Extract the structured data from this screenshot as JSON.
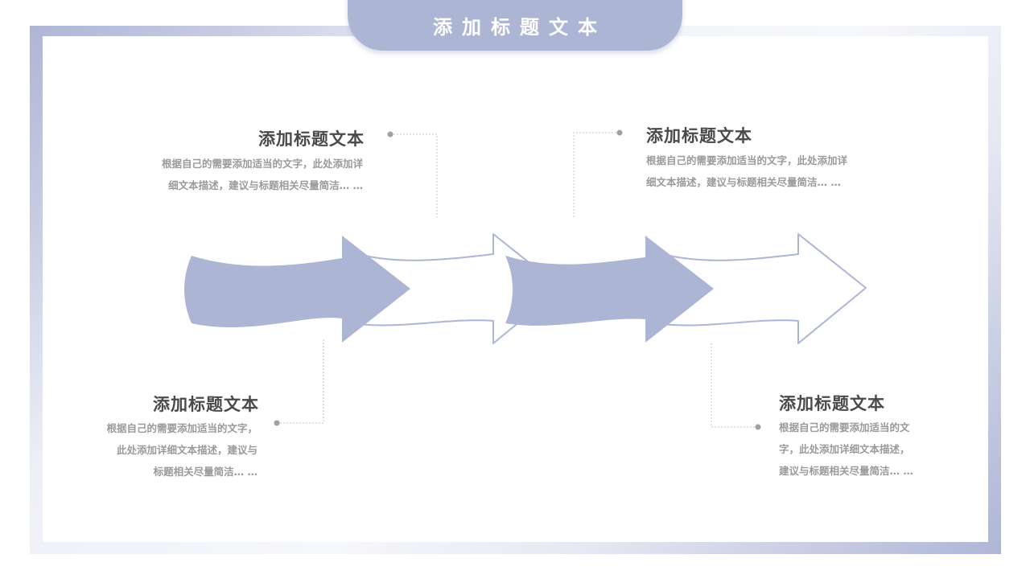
{
  "header": {
    "title": "添加标题文本"
  },
  "steps": [
    {
      "title": "添加标题文本",
      "desc": [
        "根据自己的需要添加适当的文字，此处添加详",
        "细文本描述，建议与标题相关尽量简洁… …"
      ]
    },
    {
      "title": "添加标题文本",
      "desc": [
        "根据自己的需要添加适当的文字，此处添加详",
        "细文本描述，建议与标题相关尽量简洁… …"
      ]
    },
    {
      "title": "添加标题文本",
      "desc": [
        "根据自己的需要添加适当的文字，",
        "此处添加详细文本描述，建议与",
        "标题相关尽量简洁… …"
      ]
    },
    {
      "title": "添加标题文本",
      "desc": [
        "根据自己的需要添加适当的文",
        "字，此处添加详细文本描述，",
        "建议与标题相关尽量简洁… …"
      ]
    }
  ],
  "colors": {
    "accent": "#adb5d5",
    "title_text": "#4a4a4a",
    "desc_text": "#9a9a9a",
    "connector": "#c4c4c4",
    "dot": "#a0a0a0"
  }
}
